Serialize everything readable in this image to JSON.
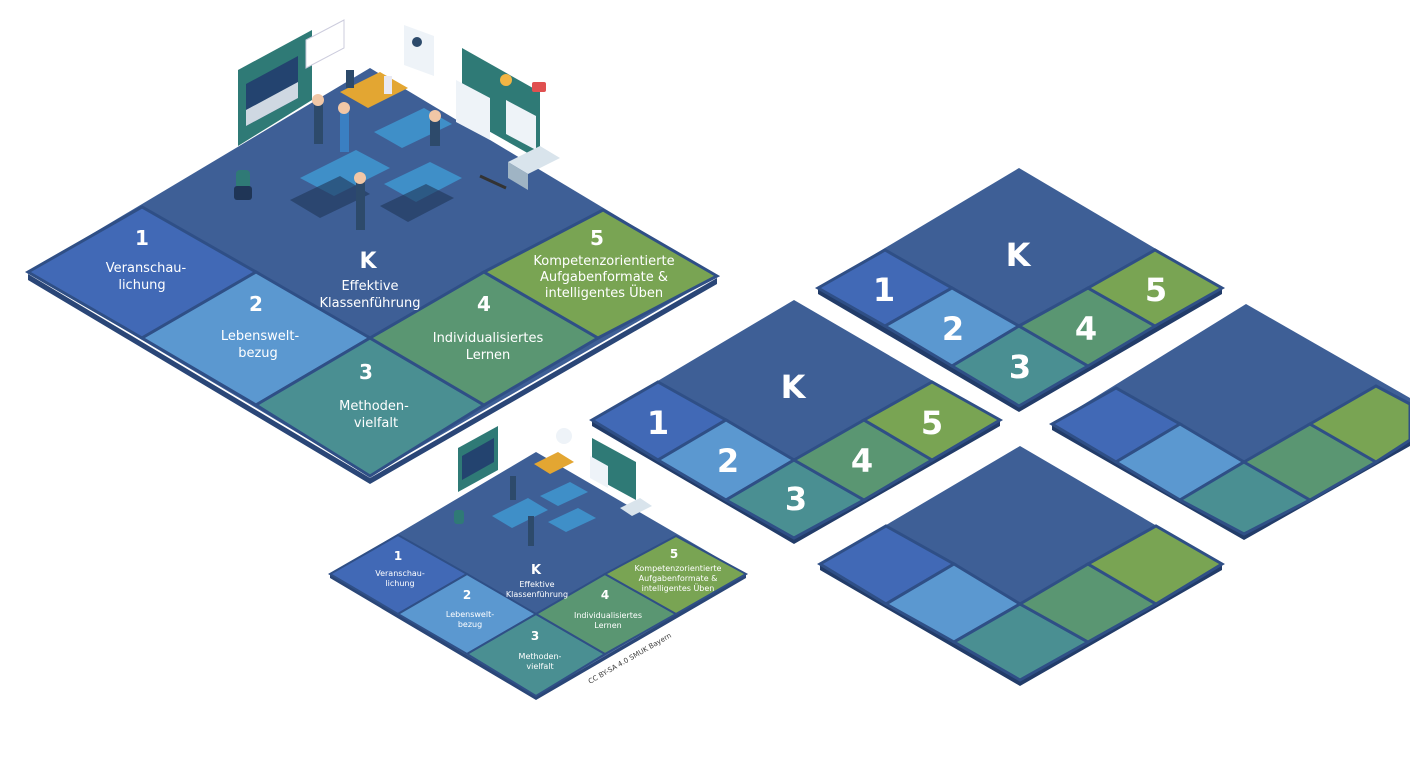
{
  "colors": {
    "k": "#3e5f96",
    "k_dark": "#2e4a7c",
    "z1": "#4169b6",
    "z2": "#5b98d0",
    "z3": "#4a8f92",
    "z4": "#5a9672",
    "z5": "#79a453",
    "edge": "#2f4f86"
  },
  "main_model": {
    "k": {
      "letter": "K",
      "text1": "Effektive",
      "text2": "Klassenführung"
    },
    "zones": [
      {
        "num": "1",
        "line1": "Veranschau-",
        "line2": "lichung",
        "line3": ""
      },
      {
        "num": "2",
        "line1": "Lebenswelt-",
        "line2": "bezug",
        "line3": ""
      },
      {
        "num": "3",
        "line1": "Methoden-",
        "line2": "vielfalt",
        "line3": ""
      },
      {
        "num": "4",
        "line1": "Individualisiertes",
        "line2": "Lernen",
        "line3": ""
      },
      {
        "num": "5",
        "line1": "Kompetenzorientierte",
        "line2": "Aufgabenformate &",
        "line3": "intelligentes Üben"
      }
    ]
  },
  "small_model": {
    "k": {
      "letter": "K",
      "text1": "Effektive",
      "text2": "Klassenführung"
    },
    "zones": [
      {
        "num": "1",
        "line1": "Veranschau-",
        "line2": "lichung",
        "line3": ""
      },
      {
        "num": "2",
        "line1": "Lebenswelt-",
        "line2": "bezug",
        "line3": ""
      },
      {
        "num": "3",
        "line1": "Methoden-",
        "line2": "vielfalt",
        "line3": ""
      },
      {
        "num": "4",
        "line1": "Individualisiertes",
        "line2": "Lernen",
        "line3": ""
      },
      {
        "num": "5",
        "line1": "Kompetenzorientierte",
        "line2": "Aufgabenformate &",
        "line3": "intelligentes Üben"
      }
    ],
    "credit": "CC BY-SA 4.0 SMUK Bayern"
  },
  "numbered_tiles": [
    {
      "k": "K",
      "n1": "1",
      "n2": "2",
      "n3": "3",
      "n4": "4",
      "n5": "5"
    },
    {
      "k": "K",
      "n1": "1",
      "n2": "2",
      "n3": "3",
      "n4": "4",
      "n5": "5"
    }
  ]
}
